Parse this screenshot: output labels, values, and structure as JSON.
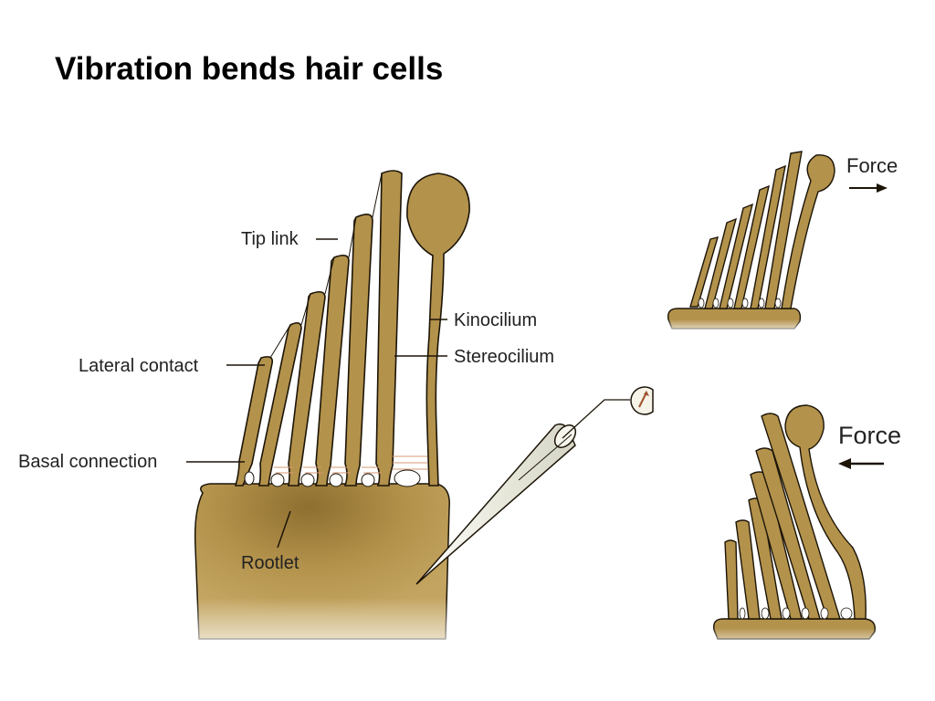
{
  "title": "Vibration bends hair cells",
  "colors": {
    "cell": "#b3924b",
    "cell_shadow": "#8a6a2a",
    "outline": "#1c1408",
    "electrode": "#ededde",
    "rootlet_fiber": "#d49a74"
  },
  "labels": {
    "tip_link": "Tip link",
    "kinocilium": "Kinocilium",
    "stereocilium": "Stereocilium",
    "lateral_contact": "Lateral contact",
    "basal_connection": "Basal connection",
    "rootlet": "Rootlet"
  },
  "insets": {
    "top": {
      "force_label": "Force",
      "arrow_direction": "right"
    },
    "bottom": {
      "force_label": "Force",
      "arrow_direction": "left"
    }
  },
  "icons": {
    "meter": "recording-meter-icon",
    "electrode": "microelectrode-icon"
  }
}
